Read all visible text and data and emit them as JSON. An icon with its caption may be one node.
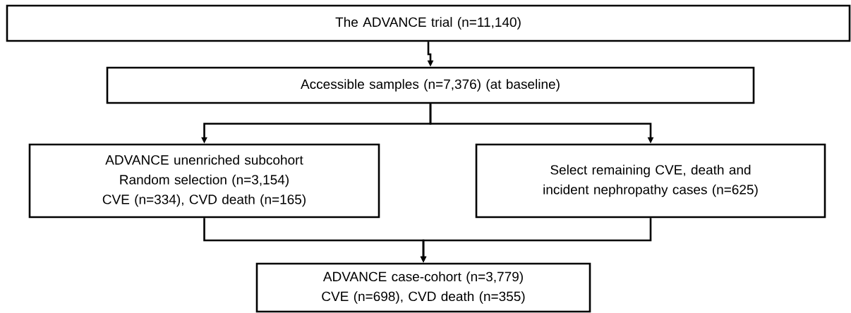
{
  "diagram": {
    "nodes": [
      {
        "text": [
          "The ADVANCE trial (n=11,140)"
        ]
      },
      {
        "text": [
          "Accessible samples (n=7,376) (at baseline)"
        ]
      },
      {
        "text": [
          "ADVANCE unenriched subcohort",
          "Random selection (n=3,154)",
          "CVE (n=334), CVD death (n=165)"
        ]
      },
      {
        "text": [
          "Select remaining CVE, death and incident nephropathy cases (n=625)"
        ]
      },
      {
        "text": [
          "ADVANCE case-cohort (n=3,779)",
          "CVE (n=698), CVD death (n=355)"
        ]
      }
    ],
    "edges": [
      {
        "from": 0,
        "to": 1,
        "arrow": "to"
      },
      {
        "from": 1,
        "to": 2,
        "arrow": "to"
      },
      {
        "from": 1,
        "to": 3,
        "arrow": "to"
      },
      {
        "from": 2,
        "to": 4,
        "arrow": "to"
      },
      {
        "from": 3,
        "to": 4,
        "arrow": "to"
      }
    ]
  }
}
